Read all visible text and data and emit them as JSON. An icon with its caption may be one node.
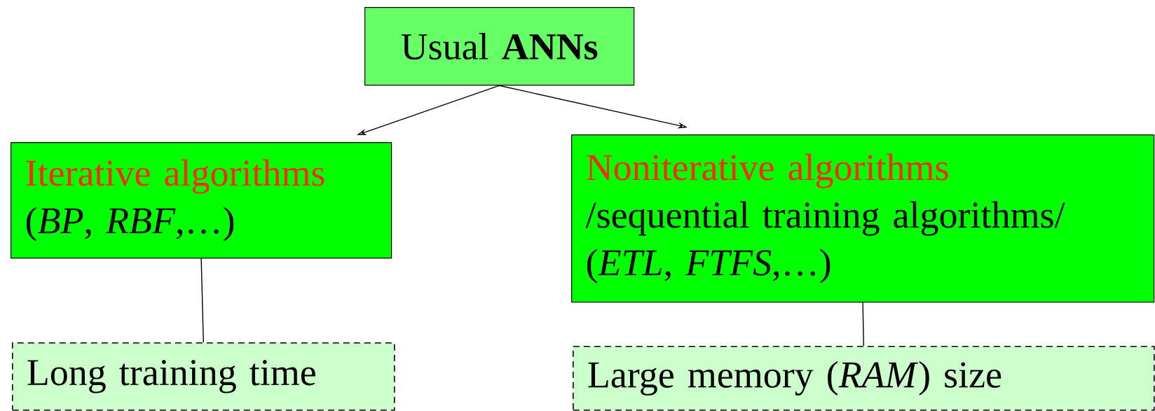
{
  "diagram": {
    "nodes": [
      {
        "text": [
          "Usual **ANNs**"
        ]
      },
      {
        "text": [
          "Iterative algorithms",
          "(*BP*, *RBF*,…)"
        ]
      },
      {
        "text": [
          "Noniterative algorithms",
          "/sequential training algorithms/",
          "(*ETL*, *FTFS*,…)"
        ]
      },
      {
        "text": [
          "Long training time"
        ]
      },
      {
        "text": [
          "Large memory (*RAM*) size"
        ]
      }
    ],
    "edges": [
      {
        "from": 0,
        "to": 1,
        "arrow": "to"
      },
      {
        "from": 0,
        "to": 2,
        "arrow": "to"
      },
      {
        "from": 1,
        "to": 3,
        "arrow": "none"
      },
      {
        "from": 2,
        "to": 4,
        "arrow": "none"
      }
    ]
  }
}
